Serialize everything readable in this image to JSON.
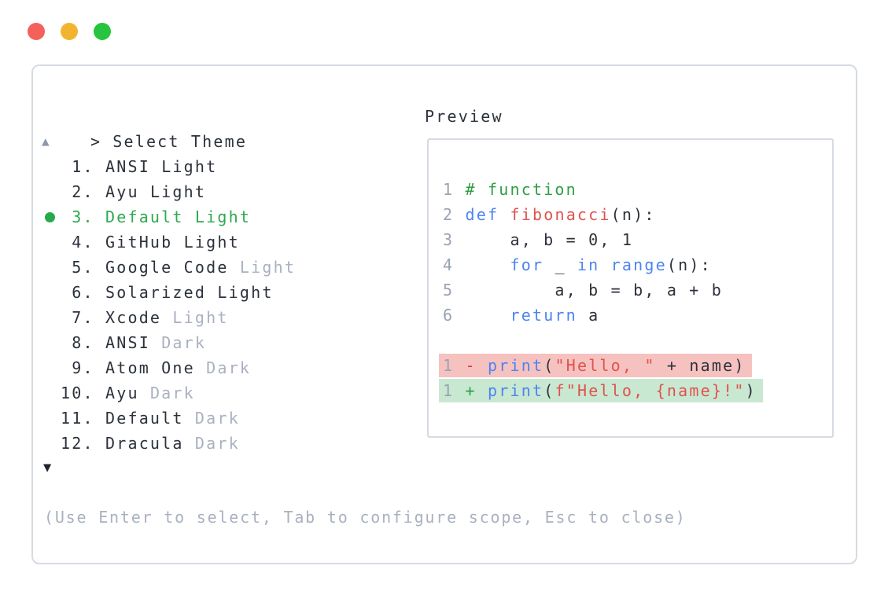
{
  "window": {
    "controls": [
      {
        "name": "close",
        "color": "#f4605a"
      },
      {
        "name": "minimize",
        "color": "#f2b42f"
      },
      {
        "name": "zoom",
        "color": "#27c53f"
      }
    ]
  },
  "header": {
    "prompt": ">",
    "title": "Select Theme"
  },
  "list": {
    "scroll_up_icon": "▲",
    "scroll_down_icon": "▼",
    "selected_marker": "●",
    "items": [
      {
        "num": "1",
        "name": "ANSI",
        "suffix": "Light",
        "muted": false,
        "selected": false
      },
      {
        "num": "2",
        "name": "Ayu",
        "suffix": "Light",
        "muted": false,
        "selected": false
      },
      {
        "num": "3",
        "name": "Default",
        "suffix": "Light",
        "muted": false,
        "selected": true
      },
      {
        "num": "4",
        "name": "GitHub",
        "suffix": "Light",
        "muted": false,
        "selected": false
      },
      {
        "num": "5",
        "name": "Google Code",
        "suffix": "Light",
        "muted": true,
        "selected": false
      },
      {
        "num": "6",
        "name": "Solarized",
        "suffix": "Light",
        "muted": false,
        "selected": false
      },
      {
        "num": "7",
        "name": "Xcode",
        "suffix": "Light",
        "muted": true,
        "selected": false
      },
      {
        "num": "8",
        "name": "ANSI",
        "suffix": "Dark",
        "muted": true,
        "selected": false
      },
      {
        "num": "9",
        "name": "Atom One",
        "suffix": "Dark",
        "muted": true,
        "selected": false
      },
      {
        "num": "10",
        "name": "Ayu",
        "suffix": "Dark",
        "muted": true,
        "selected": false
      },
      {
        "num": "11",
        "name": "Default",
        "suffix": "Dark",
        "muted": true,
        "selected": false
      },
      {
        "num": "12",
        "name": "Dracula",
        "suffix": "Dark",
        "muted": true,
        "selected": false
      }
    ]
  },
  "preview": {
    "label": "Preview",
    "code_lines": [
      {
        "highlight": null,
        "segments": [
          {
            "text": "1",
            "style": "ln"
          },
          {
            "text": " ",
            "style": "def"
          },
          {
            "text": "# function",
            "style": "com"
          }
        ]
      },
      {
        "highlight": null,
        "segments": [
          {
            "text": "2",
            "style": "ln"
          },
          {
            "text": " ",
            "style": "def"
          },
          {
            "text": "def",
            "style": "kw"
          },
          {
            "text": " ",
            "style": "def"
          },
          {
            "text": "fibonacci",
            "style": "fn"
          },
          {
            "text": "(n):",
            "style": "def"
          }
        ]
      },
      {
        "highlight": null,
        "segments": [
          {
            "text": "3",
            "style": "ln"
          },
          {
            "text": "     a, b = 0, 1",
            "style": "def"
          }
        ]
      },
      {
        "highlight": null,
        "segments": [
          {
            "text": "4",
            "style": "ln"
          },
          {
            "text": "     ",
            "style": "def"
          },
          {
            "text": "for",
            "style": "kw"
          },
          {
            "text": " _ ",
            "style": "def"
          },
          {
            "text": "in",
            "style": "kw"
          },
          {
            "text": " ",
            "style": "def"
          },
          {
            "text": "range",
            "style": "kw"
          },
          {
            "text": "(n):",
            "style": "def"
          }
        ]
      },
      {
        "highlight": null,
        "segments": [
          {
            "text": "5",
            "style": "ln"
          },
          {
            "text": "         a, b = b, a + b",
            "style": "def"
          }
        ]
      },
      {
        "highlight": null,
        "segments": [
          {
            "text": "6",
            "style": "ln"
          },
          {
            "text": "     ",
            "style": "def"
          },
          {
            "text": "return",
            "style": "kw"
          },
          {
            "text": " a",
            "style": "def"
          }
        ]
      },
      {
        "highlight": null,
        "segments": []
      },
      {
        "highlight": "rem",
        "segments": [
          {
            "text": "1",
            "style": "ln"
          },
          {
            "text": " ",
            "style": "def"
          },
          {
            "text": "-",
            "style": "rem"
          },
          {
            "text": " ",
            "style": "def"
          },
          {
            "text": "print",
            "style": "kw"
          },
          {
            "text": "(",
            "style": "def"
          },
          {
            "text": "\"Hello, \"",
            "style": "str"
          },
          {
            "text": " + name)",
            "style": "def"
          }
        ]
      },
      {
        "highlight": "add",
        "segments": [
          {
            "text": "1",
            "style": "ln"
          },
          {
            "text": " ",
            "style": "def"
          },
          {
            "text": "+",
            "style": "add"
          },
          {
            "text": " ",
            "style": "def"
          },
          {
            "text": "print",
            "style": "kw"
          },
          {
            "text": "(",
            "style": "def"
          },
          {
            "text": "f\"Hello, {name}!\"",
            "style": "str"
          },
          {
            "text": ")",
            "style": "def"
          }
        ]
      }
    ]
  },
  "footer": {
    "hint": "(Use Enter to select, Tab to configure scope, Esc to close)"
  },
  "colors": {
    "accent_green": "#2fa84f",
    "muted_text": "#a9b1c0",
    "dark_text": "#2c323b",
    "keyword_blue": "#4d84f0",
    "function_red": "#e0524e",
    "comment_green": "#2f9e44",
    "diff_removed_bg": "#f6c2c0",
    "diff_added_bg": "#c9e8d2",
    "panel_border": "#d6dbe3",
    "traffic_red": "#f4605a",
    "traffic_yellow": "#f2b42f",
    "traffic_green": "#27c53f"
  }
}
